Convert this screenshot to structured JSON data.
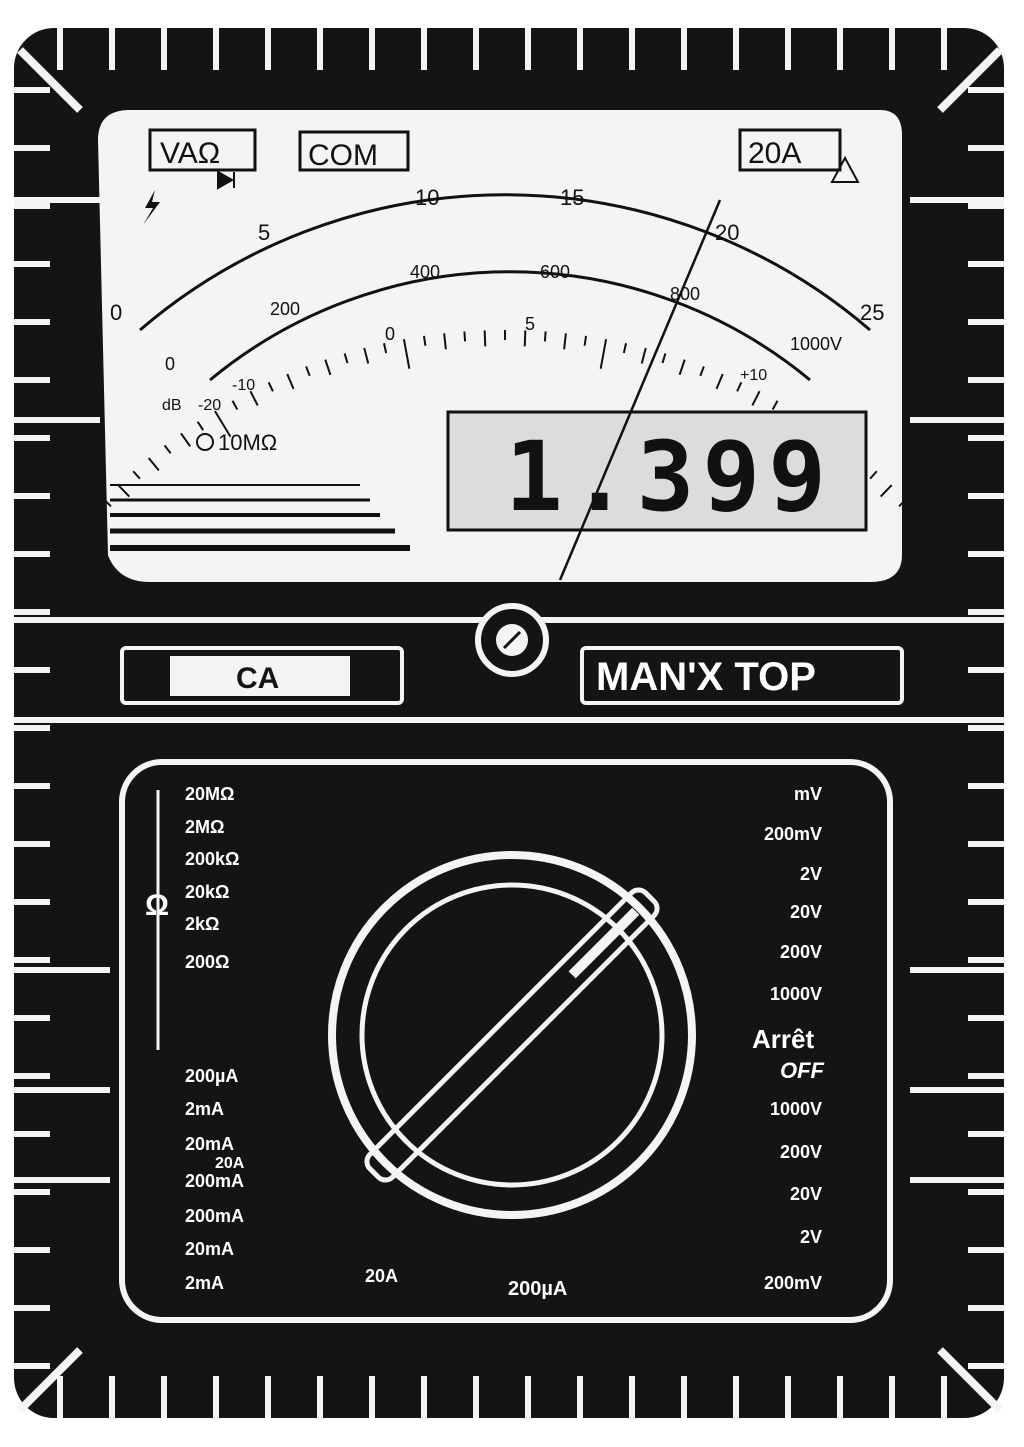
{
  "terminals": {
    "vaohm": "VAΩ",
    "com": "COM",
    "amp20": "20A"
  },
  "scale": {
    "upper_ticks": [
      "0",
      "5",
      "10",
      "15",
      "20",
      "25"
    ],
    "lower_ticks": [
      "0",
      "200",
      "400",
      "600",
      "800",
      "1000V"
    ],
    "mid_ticks": [
      "0",
      "5",
      "+10"
    ],
    "db_label": "dB",
    "db_ticks": [
      "-20",
      "-10"
    ]
  },
  "input_spec": "10MΩ",
  "display": {
    "reading": "1.399"
  },
  "brand": {
    "logo": "CA",
    "model": "MAN'X TOP"
  },
  "switch": {
    "left_positions": [
      "20MΩ",
      "2MΩ",
      "200kΩ",
      "20kΩ",
      "2kΩ",
      "200Ω",
      "200µA",
      "2mA",
      "20mA",
      "200mA",
      "200mA",
      "20mA",
      "2mA"
    ],
    "left_extra": "20A",
    "ohm_symbol": "Ω",
    "right_positions": [
      "mV",
      "200mV",
      "2V",
      "20V",
      "200V",
      "1000V",
      "1000V",
      "200V",
      "20V",
      "2V",
      "200mV"
    ],
    "off_label": "Arrêt",
    "off_sub": "OFF",
    "bottom_positions": [
      "20A",
      "200µA"
    ]
  },
  "colors": {
    "body": "#141414",
    "panel": "#f4f4f4",
    "ink": "#111111"
  }
}
